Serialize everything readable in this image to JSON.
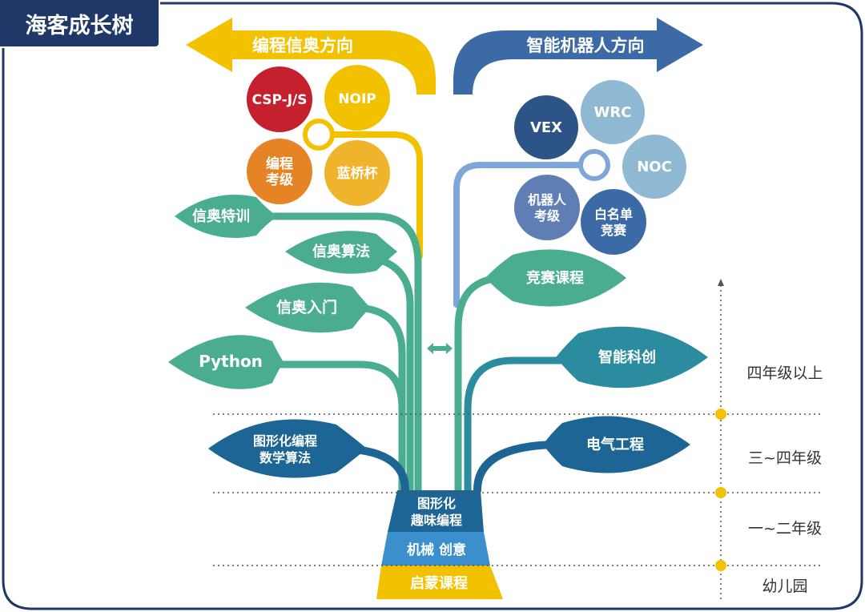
{
  "title": "海客成长树",
  "directions": {
    "left": "编程信奥方向",
    "right": "智能机器人方向"
  },
  "colors": {
    "navy": "#1f3868",
    "yellow": "#f2c200",
    "blue_dark": "#3c6aa6",
    "teal": "#4aad8f",
    "teal_dark": "#2b8ca0",
    "navy_leaf": "#1d6594",
    "red": "#c4202e",
    "orange": "#e68325",
    "gold": "#f0b42c",
    "navy_circle": "#2c5486",
    "light_blue": "#8fb8d3",
    "slate_blue": "#5f7fb4"
  },
  "left_circles": [
    "CSP-J/S",
    "NOIP",
    "编程\n考级",
    "蓝桥杯"
  ],
  "right_circles": [
    "VEX",
    "WRC",
    "NOC",
    "机器人\n考级",
    "白名单\n竞赛"
  ],
  "left_leaves": [
    "信奥特训",
    "信奥算法",
    "信奥入门",
    "Python",
    "图形化编程\n数学算法"
  ],
  "right_leaves": [
    "竞赛课程",
    "智能科创",
    "电气工程"
  ],
  "trunk": {
    "top": "图形化\n趣味编程",
    "middle": "机械 创意",
    "bottom": "启蒙课程"
  },
  "grades": [
    "四年级以上",
    "三~四年级",
    "一~二年级",
    "幼儿园"
  ]
}
